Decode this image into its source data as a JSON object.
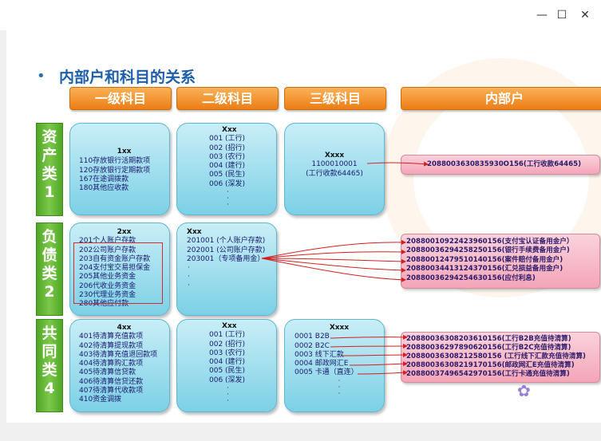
{
  "window": {
    "minimize": "—",
    "maximize": "☐",
    "close": "✕"
  },
  "slide": {
    "title": "内部户和科目的关系",
    "headers": [
      "一级科目",
      "二级科目",
      "三级科目",
      "内部户"
    ],
    "rows": [
      {
        "label": [
          "资",
          "产",
          "类",
          "1"
        ],
        "l1_title": "1xx",
        "l1": [
          "110存放银行活期款项",
          "120存放银行定期款项",
          "167在途调拨款",
          "180其他应收款"
        ],
        "l2_title": "Xxx",
        "l2": [
          "001 (工行)",
          "002 (招行)",
          "003 (农行)",
          "004 (建行)",
          "005 (民生)",
          "006 (深发)"
        ],
        "l3_title": "Xxxx",
        "l3": [
          "1100010001",
          "(工行收款64465)"
        ],
        "accounts": [
          "2088003630835930O156(工行收款64465)"
        ]
      },
      {
        "label": [
          "负",
          "债",
          "类",
          "2"
        ],
        "l1_title": "2xx",
        "l1": [
          "201个人账户存款",
          "202公司账户存款",
          "203自有资金账户存款",
          "204支付宝交易担保金",
          "205其他业务资金",
          "206代收业务资金",
          "230代理业务资金",
          "280其他应付款"
        ],
        "l2_title": "Xxx",
        "l2": [
          "201001 (个人账户存款)",
          "202001 (公司账户存款)",
          "203001（专项备用金）"
        ],
        "l3_title": "",
        "l3": [],
        "accounts": [
          "20880010922423960156(支付宝认证备用金户）",
          "20880036294258250156(银行手续费备用金户)",
          "20880012479510140156(案件赔付备用金户)",
          "20880034413124370156(汇兑损益备用金户)",
          "20880036294254630156(应付利息)"
        ]
      },
      {
        "label": [
          "共",
          "同",
          "类",
          "4"
        ],
        "l1_title": "4xx",
        "l1": [
          "401待清算充值款项",
          "402待清算提现款项",
          "403待清算充值退回款项",
          "404待清算购汇款项",
          "405待清算信贷款",
          "406待清算信贷还款",
          "407待清算代收款项",
          "410资金调拨"
        ],
        "l2_title": "Xxx",
        "l2": [
          "001 (工行)",
          "002 (招行)",
          "003 (农行)",
          "004 (建行)",
          "005 (民生)",
          "006 (深发)"
        ],
        "l3_title": "Xxxx",
        "l3": [
          "0001 B2B",
          "0002 B2C",
          "0003 线下汇款",
          "0004 邮政网汇E",
          "0005 卡通（直连）"
        ],
        "accounts": [
          "20880036308203610156(工行B2B充值待清算)",
          "20880036297890620156(工行B2C充值待清算)",
          "20880036308212580156 (工行线下汇款充值待清算)",
          "20880036308219170156(邮政网汇E充值待清算)",
          "20880037496542970156(工行卡通充值待清算)"
        ]
      }
    ]
  }
}
